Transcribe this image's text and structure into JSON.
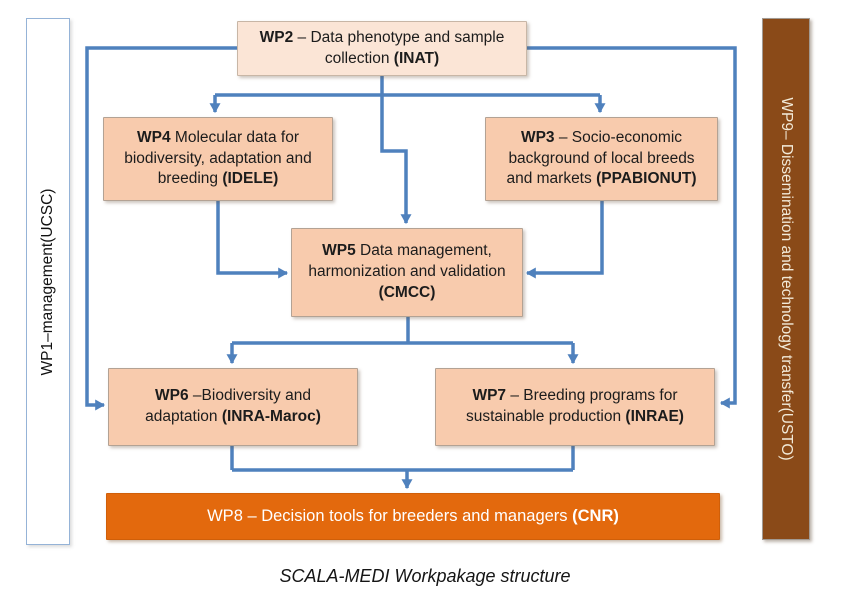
{
  "caption": "SCALA-MEDI Workpakage structure",
  "colors": {
    "connector_blue": "#4f81bd",
    "box_peach": "#f8cbad",
    "box_peach_light": "#fbe5d6",
    "wp8_orange": "#e3690d",
    "wp9_brown": "#8a4a18",
    "wp1_border_blue": "#95b3d7"
  },
  "boxes": {
    "wp1": {
      "wp": "WP1",
      "mid": " –management ",
      "org": "(UCSC)"
    },
    "wp2": {
      "wp": "WP2",
      "mid": " – Data phenotype and sample collection ",
      "org": "(INAT)"
    },
    "wp3": {
      "wp": "WP3",
      "mid": " – Socio-economic background of local breeds and markets ",
      "org": "(PPABIONUT)"
    },
    "wp4": {
      "wp": "WP4",
      "mid": " Molecular data for biodiversity, adaptation and breeding ",
      "org": "(IDELE)"
    },
    "wp5": {
      "wp": "WP5",
      "mid": " Data management, harmonization and validation ",
      "org": "(CMCC)"
    },
    "wp6": {
      "wp": "WP6",
      "mid": " –Biodiversity and adaptation ",
      "org": "(INRA-Maroc)"
    },
    "wp7": {
      "wp": "WP7",
      "mid": " – Breeding programs for sustainable production ",
      "org": "(INRAE)"
    },
    "wp8": {
      "wp": "WP8",
      "mid": " – Decision tools for breeders and managers ",
      "org": "(CNR)"
    },
    "wp9": {
      "wp": "WP9",
      "mid": "– Dissemination and technology transfer ",
      "org": "(USTO)"
    }
  }
}
